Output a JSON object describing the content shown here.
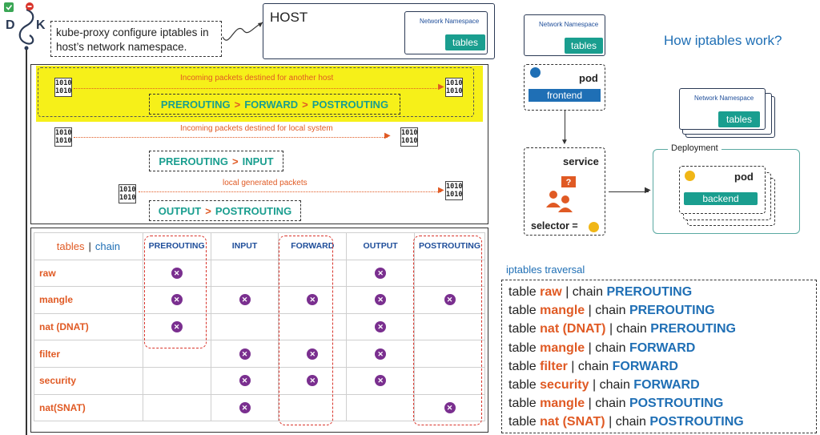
{
  "logo": {
    "letter_left": "D",
    "letter_right": "K",
    "colors": {
      "dark": "#2b3a55",
      "red": "#d9342b",
      "green": "#3aa655"
    }
  },
  "note": {
    "line1": "kube-proxy configure iptables in",
    "line2": "host’s network namespace."
  },
  "host": {
    "title": "HOST",
    "ns_label": "Network Namespace",
    "tables_label": "tables"
  },
  "packets": {
    "binary_top": "1010",
    "binary_bottom": "1010",
    "flow1": {
      "label": "Incoming packets destined for another host",
      "chain": [
        "PREROUTING",
        "FORWARD",
        "POSTROUTING"
      ]
    },
    "flow2": {
      "label": "Incoming packets destined for local system",
      "chain": [
        "PREROUTING",
        "INPUT"
      ]
    },
    "flow3": {
      "label": "local generated packets",
      "chain": [
        "OUTPUT",
        "POSTROUTING"
      ]
    },
    "separator": ">"
  },
  "matrix": {
    "header_tables": "tables",
    "header_sep": "|",
    "header_chain": "chain",
    "columns": [
      "PREROUTING",
      "INPUT",
      "FORWARD",
      "OUTPUT",
      "POSTROUTING"
    ],
    "rows": [
      {
        "name": "raw",
        "marks": [
          true,
          false,
          false,
          true,
          false
        ]
      },
      {
        "name": "mangle",
        "marks": [
          true,
          true,
          true,
          true,
          true
        ]
      },
      {
        "name": "nat (DNAT)",
        "marks": [
          true,
          false,
          false,
          true,
          false
        ]
      },
      {
        "name": "filter",
        "marks": [
          false,
          true,
          true,
          true,
          false
        ]
      },
      {
        "name": "security",
        "marks": [
          false,
          true,
          true,
          true,
          false
        ]
      },
      {
        "name": "nat(SNAT)",
        "marks": [
          false,
          true,
          false,
          false,
          true
        ]
      }
    ],
    "mark_symbol": "✕"
  },
  "right": {
    "top_ns_label": "Network Namespace",
    "top_tables": "tables",
    "title": "How iptables work?",
    "pod_frontend": {
      "label": "pod",
      "app": "frontend"
    },
    "service": {
      "label": "service",
      "selector": "selector ="
    },
    "deployment": {
      "label": "Deployment",
      "ns_label": "Network Namespace",
      "tables": "tables",
      "pod_label": "pod",
      "app": "backend"
    }
  },
  "traversal": {
    "title": "iptables traversal",
    "word_table": "table",
    "word_chain": "chain",
    "sep": "|",
    "lines": [
      {
        "table": "raw",
        "chain": "PREROUTING"
      },
      {
        "table": "mangle",
        "chain": "PREROUTING"
      },
      {
        "table": "nat (DNAT)",
        "chain": "PREROUTING"
      },
      {
        "table": "mangle",
        "chain": "FORWARD"
      },
      {
        "table": "filter",
        "chain": "FORWARD"
      },
      {
        "table": "security",
        "chain": "FORWARD"
      },
      {
        "table": "mangle",
        "chain": "POSTROUTING"
      },
      {
        "table": "nat (SNAT)",
        "chain": "POSTROUTING"
      }
    ]
  }
}
